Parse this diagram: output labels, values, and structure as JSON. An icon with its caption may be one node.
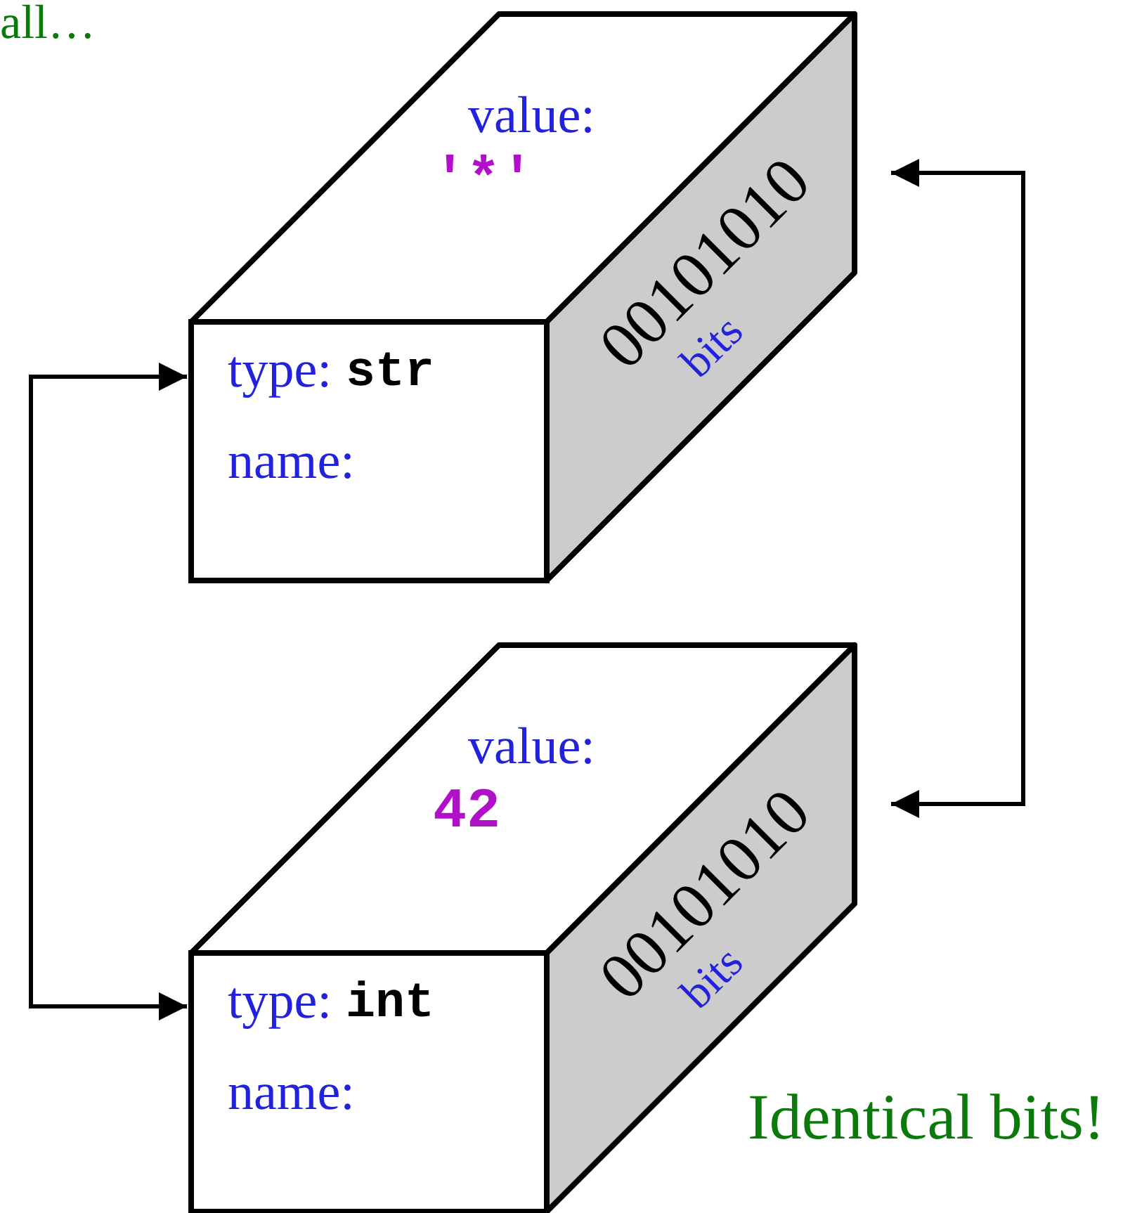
{
  "diagram": {
    "nodes": [
      {
        "text": [
          "value:",
          "'*'",
          "type:",
          "str",
          "name:",
          "00101010",
          "bits"
        ]
      },
      {
        "text": [
          "value:",
          "42",
          "type:",
          "int",
          "name:",
          "00101010",
          "bits"
        ]
      }
    ],
    "edges": [
      {
        "from": 0,
        "to": 1,
        "arrow": "both"
      },
      {
        "from": 0,
        "to": 1,
        "arrow": "both"
      }
    ],
    "labels": [
      "all…",
      "Identical bits!"
    ]
  }
}
